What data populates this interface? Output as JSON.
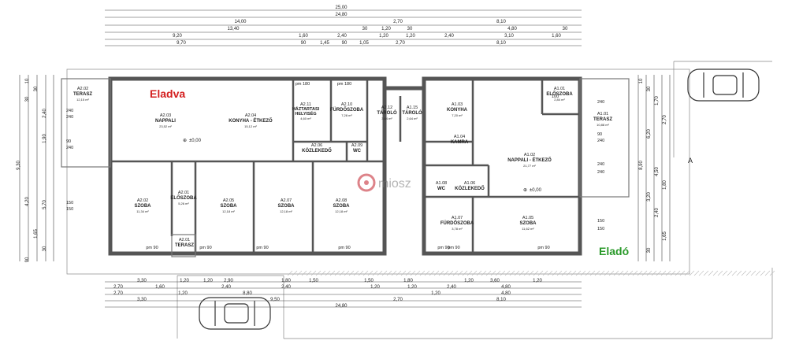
{
  "colors": {
    "wall": "#555555",
    "dim": "#333333",
    "sold": "#d42020",
    "available": "#2a9a2a",
    "logo": "#c21e2a"
  },
  "status": {
    "left": "Eladva",
    "right": "Eladó"
  },
  "watermark": "miosz",
  "level_mark": "±0,00",
  "section_mark": "A",
  "top_dims": {
    "overall": "25,00",
    "inner": "24,80",
    "row1": [
      "14,00",
      "2,70",
      "8,10"
    ],
    "row2": [
      "13,40",
      "30",
      "1,20",
      "30",
      "4,80",
      "30"
    ],
    "row3": [
      "9,20",
      "1,60",
      "2,40",
      "1,20",
      "1,20",
      "2,40",
      "3,10",
      "1,60"
    ],
    "row4": [
      "9,70",
      "90",
      "1,45",
      "90",
      "1,05",
      "2,70",
      "8,10"
    ]
  },
  "bottom_dims": {
    "row1": [
      "3,30",
      "1,20",
      "1,20",
      "2,90",
      "1,80",
      "1,50",
      "1,50",
      "1,80",
      "1,20",
      "3,60",
      "1,20"
    ],
    "row2": [
      "2,70",
      "1,60",
      "2,40",
      "2,40",
      "1,20",
      "1,20",
      "2,40",
      "4,80"
    ],
    "row3": [
      "2,70",
      "1,20",
      "8,80",
      "1,20",
      "4,80"
    ],
    "row4": [
      "3,30",
      "9,50",
      "2,70",
      "8,10"
    ],
    "overall": "24,80"
  },
  "left_dims": [
    "10",
    "30",
    "30",
    "2,40",
    "1,90",
    "9,30",
    "4,20",
    "5,70",
    "1,65",
    "30",
    "90"
  ],
  "right_dims": [
    "10",
    "30",
    "1,70",
    "2,70",
    "6,20",
    "8,90",
    "4,50",
    "1,80",
    "3,20",
    "2,40",
    "1,65",
    "30"
  ],
  "rooms": [
    {
      "code": "A2.02",
      "name": "TERASZ",
      "area": "12,15 m²"
    },
    {
      "code": "A2.03",
      "name": "NAPPALI",
      "area": "23,52 m²"
    },
    {
      "code": "A2.04",
      "name": "KONYHA - ÉTKEZŐ",
      "area": "15,12 m²"
    },
    {
      "code": "A2.11",
      "name": "HÁZTARTASI HELYISÉG",
      "area": "4,60 m²"
    },
    {
      "code": "A2.10",
      "name": "FÜRDŐSZOBA",
      "area": "7,28 m²"
    },
    {
      "code": "A2.06",
      "name": "KÖZLEKEDŐ",
      "area": ""
    },
    {
      "code": "A2.09",
      "name": "WC",
      "area": ""
    },
    {
      "code": "A2.12",
      "name": "TÁROLÓ",
      "area": "3,64 m²"
    },
    {
      "code": "A1.15",
      "name": "TÁROLÓ",
      "area": "2,64 m²"
    },
    {
      "code": "A2.02",
      "name": "SZOBA",
      "area": "11,34 m²"
    },
    {
      "code": "A2.01",
      "name": "ELŐSZOBA",
      "area": "5,26 m²"
    },
    {
      "code": "A2.05",
      "name": "SZOBA",
      "area": "12,18 m²"
    },
    {
      "code": "A2.07",
      "name": "SZOBA",
      "area": "12,18 m²"
    },
    {
      "code": "A2.08",
      "name": "SZOBA",
      "area": "12,18 m²"
    },
    {
      "code": "A2.01",
      "name": "TERASZ",
      "area": ""
    },
    {
      "code": "A1.03",
      "name": "KONYHA",
      "area": "7,20 m²"
    },
    {
      "code": "A1.04",
      "name": "KAMRA",
      "area": ""
    },
    {
      "code": "A1.01",
      "name": "ELŐSZOBA",
      "area": "2,84 m²"
    },
    {
      "code": "A1.01",
      "name": "TERASZ",
      "area": "10,88 m²"
    },
    {
      "code": "A1.02",
      "name": "NAPPALI - ÉTKEZŐ",
      "area": "21,77 m²"
    },
    {
      "code": "A1.08",
      "name": "WC",
      "area": ""
    },
    {
      "code": "A1.06",
      "name": "KÖZLEKEDŐ",
      "area": ""
    },
    {
      "code": "A1.07",
      "name": "FÜRDŐSZOBA",
      "area": "3,78 m²"
    },
    {
      "code": "A1.05",
      "name": "SZOBA",
      "area": "11,62 m²"
    }
  ],
  "openings": [
    "pm 180",
    "pm 180",
    "pm 90",
    "pm 90",
    "pm 90",
    "pm 90",
    "pm 90",
    "pm 90",
    "pm 90"
  ],
  "window_dims": [
    "240",
    "240",
    "90",
    "240",
    "150",
    "150",
    "100",
    "240",
    "90",
    "240",
    "240",
    "240",
    "150",
    "150"
  ]
}
